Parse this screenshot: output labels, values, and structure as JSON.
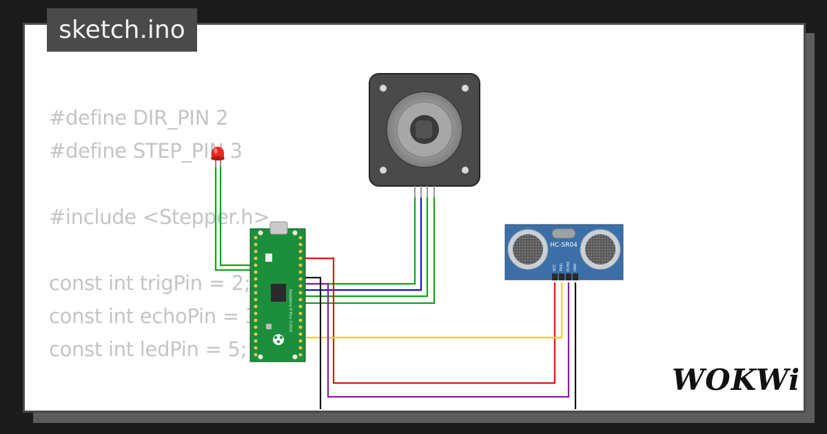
{
  "tab": {
    "title": "sketch.ino"
  },
  "code": {
    "lines": [
      "#define DIR_PIN 2",
      "#define STEP_PIN 3",
      "",
      "#include <Stepper.h>",
      "",
      "const int trigPin = 2;",
      "const int echoPin = 3;",
      "const int ledPin = 5;"
    ]
  },
  "components": {
    "board_label": "Raspberry Pi Pico ©2020",
    "sensor_label": "HC-SR04",
    "sensor_pins": [
      "VCC",
      "TRIG",
      "ECHO",
      "GND"
    ]
  },
  "brand": {
    "name": "WOKWi"
  },
  "colors": {
    "wire_green": "#11a011",
    "wire_blue": "#1010c8",
    "wire_red": "#dd1111",
    "wire_black": "#111111",
    "wire_yellow": "#f2d200",
    "wire_purple": "#8a1aa0",
    "board_green": "#1c8f3c",
    "sensor_blue": "#3c6fa8",
    "led_red": "#e8281e"
  }
}
